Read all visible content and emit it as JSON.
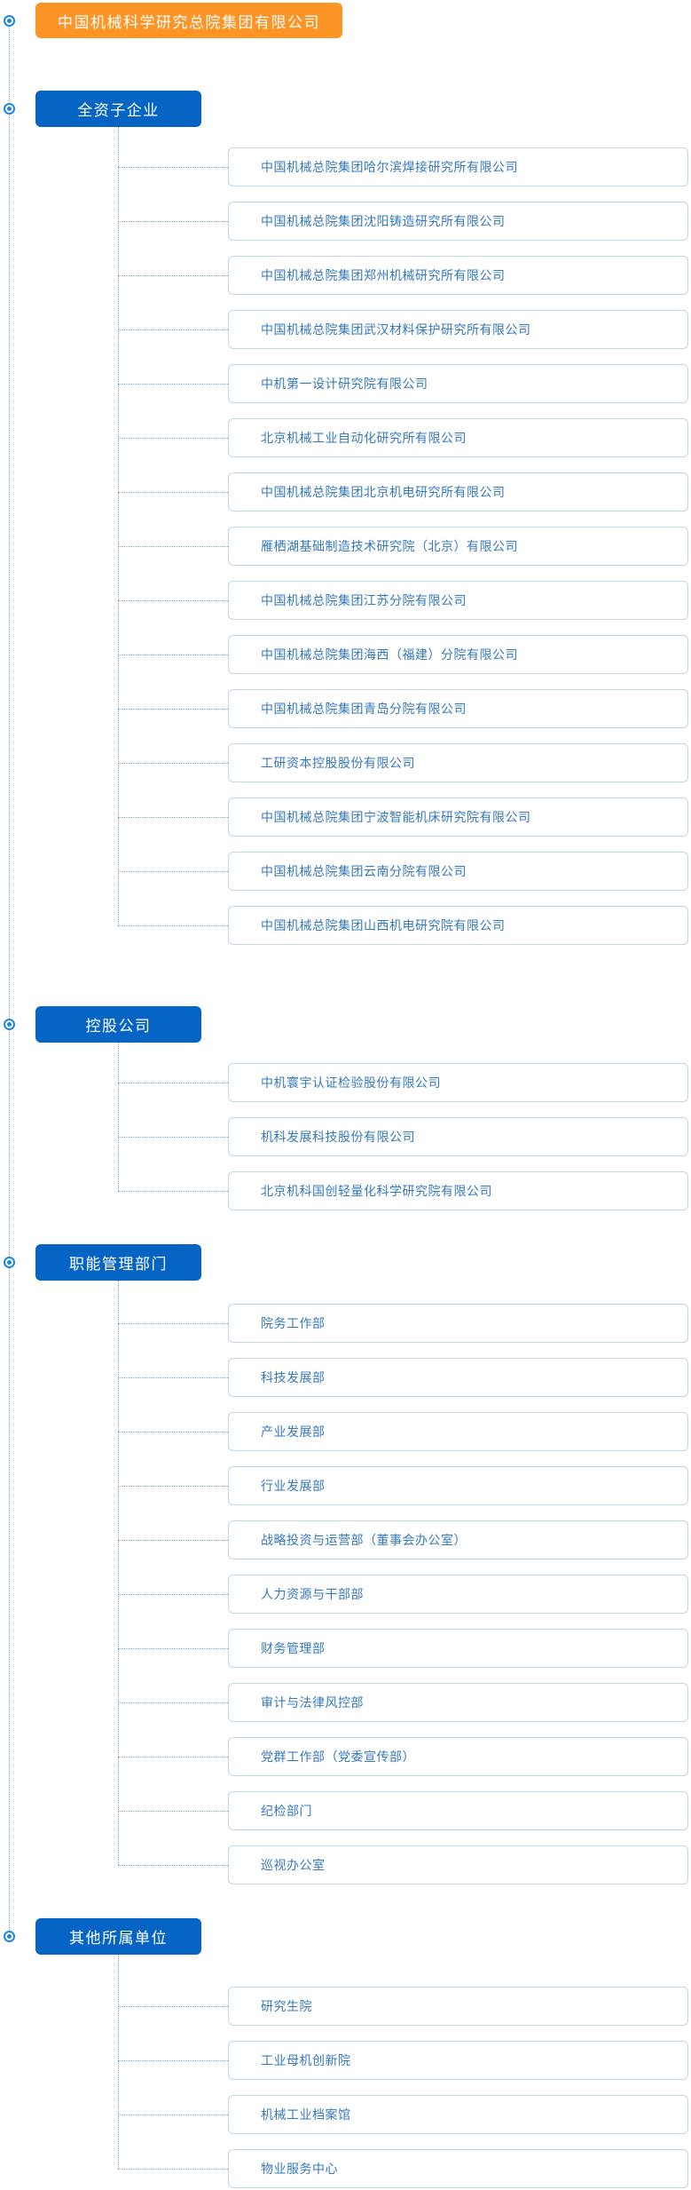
{
  "page_title": "组织机构树",
  "colors": {
    "root_bg": "#fd9426",
    "category_bg": "#0665c4",
    "item_text": "#3478be",
    "item_border": "#bfd5ec",
    "connector": "#7aa9da",
    "node_ring": "#1f86e0"
  },
  "root": {
    "label": "中国机械科学研究总院集团有限公司"
  },
  "sections": [
    {
      "label": "全资子企业",
      "items": [
        "中国机械总院集团哈尔滨焊接研究所有限公司",
        "中国机械总院集团沈阳铸造研究所有限公司",
        "中国机械总院集团郑州机械研究所有限公司",
        "中国机械总院集团武汉材料保护研究所有限公司",
        "中机第一设计研究院有限公司",
        "北京机械工业自动化研究所有限公司",
        "中国机械总院集团北京机电研究所有限公司",
        "雁栖湖基础制造技术研究院（北京）有限公司",
        "中国机械总院集团江苏分院有限公司",
        "中国机械总院集团海西（福建）分院有限公司",
        "中国机械总院集团青岛分院有限公司",
        "工研资本控股股份有限公司",
        "中国机械总院集团宁波智能机床研究院有限公司",
        "中国机械总院集团云南分院有限公司",
        "中国机械总院集团山西机电研究院有限公司"
      ]
    },
    {
      "label": "控股公司",
      "items": [
        "中机寰宇认证检验股份有限公司",
        "机科发展科技股份有限公司",
        "北京机科国创轻量化科学研究院有限公司"
      ]
    },
    {
      "label": "职能管理部门",
      "items": [
        "院务工作部",
        "科技发展部",
        "产业发展部",
        "行业发展部",
        "战略投资与运营部（董事会办公室）",
        "人力资源与干部部",
        "财务管理部",
        "审计与法律风控部",
        "党群工作部（党委宣传部）",
        "纪检部门",
        "巡视办公室"
      ]
    },
    {
      "label": "其他所属单位",
      "items": [
        "研究生院",
        "工业母机创新院",
        "机械工业档案馆",
        "物业服务中心"
      ]
    }
  ]
}
